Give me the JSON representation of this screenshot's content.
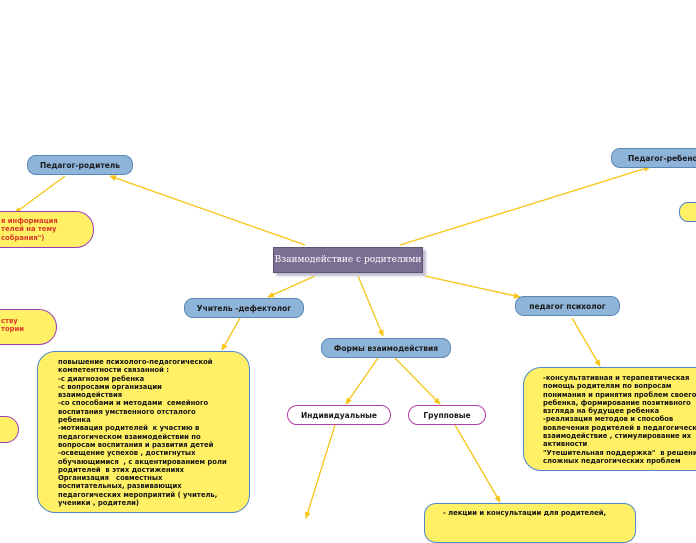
{
  "central": {
    "label": "Взаимодействие с родителями"
  },
  "nodes": {
    "pedagog_roditel": "Педагог-родитель",
    "pedagog_rebenok": "Педагог-ребенок",
    "uchitel_defektolog": "Учитель -дефектолог",
    "formy": "Формы взаимодействия",
    "pedagog_psiholog": "педагог психолог",
    "individualnye": "Индивидуальные",
    "gruppovye": "Групповые"
  },
  "notes": {
    "info_roditeli": "я информация\nтелей на тему\nсобрания\")",
    "stvu": "ству\nтории",
    "defektolog_text": "повышение психолого-педагогической\nкомпетентности связанной :\n-с диагнозом ребенка\n-с вопросами организации\nвзаимодействия\n-со способами и методами  семейного\nвоспитания умственного отсталого\nребенка\n-мотивация родителей  к участию в\nпедагогическом взаимодействии по\nвопросам воспитания и развития детей\n-освещение успехов , достигнутых\nобучающимися  , с акцентированием роли\nродителей  в этих достижениях\nОрганизация   совместных\nвоспитательных, развивающих\nпедагогических мероприятий ( учитель,\nученики , родители)",
    "psiholog_text": "-консультативная и терапевтическая\nпомощь родителям по вопросам\nпонимания и принятия проблем своего\nребенка, формирование позитивного\nвзгляда на будущее ребенка\n-реализация методов и способов\nвовлечения родителей в педагогическ\nвзаимодействие , стимулирование их\nактивности\n\"Утешительная поддержка\"  в решени\nсложных педагогических проблем",
    "gruppovye_text": "- лекции и консультации для родителей,"
  },
  "colors": {
    "connector": "#f5c518",
    "blue_fill": "#8fb4d9",
    "yellow_fill": "#fff066",
    "central_fill": "#7a6f93"
  }
}
